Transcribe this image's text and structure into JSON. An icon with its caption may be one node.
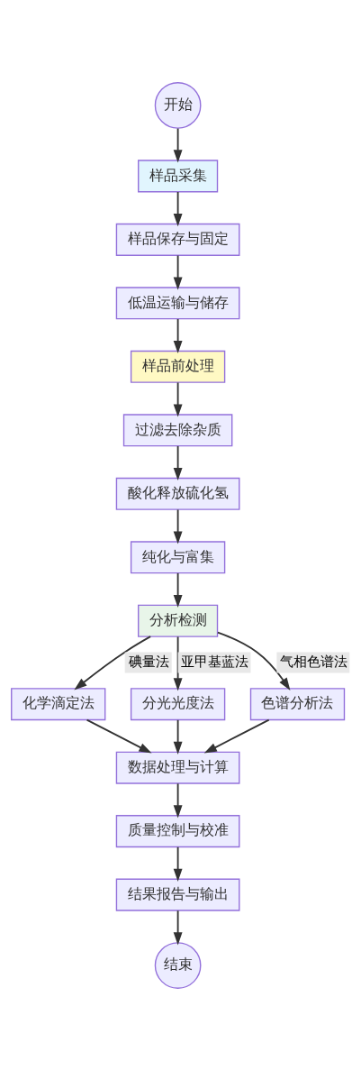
{
  "diagram": {
    "nodes": [
      {
        "text": [
          "开始"
        ]
      },
      {
        "text": [
          "样品采集"
        ]
      },
      {
        "text": [
          "样品保存与固定"
        ]
      },
      {
        "text": [
          "低温运输与储存"
        ]
      },
      {
        "text": [
          "样品前处理"
        ]
      },
      {
        "text": [
          "过滤去除杂质"
        ]
      },
      {
        "text": [
          "酸化释放硫化氢"
        ]
      },
      {
        "text": [
          "纯化与富集"
        ]
      },
      {
        "text": [
          "分析检测"
        ]
      },
      {
        "text": [
          "化学滴定法"
        ]
      },
      {
        "text": [
          "分光光度法"
        ]
      },
      {
        "text": [
          "色谱分析法"
        ]
      },
      {
        "text": [
          "数据处理与计算"
        ]
      },
      {
        "text": [
          "质量控制与校准"
        ]
      },
      {
        "text": [
          "结果报告与输出"
        ]
      },
      {
        "text": [
          "结束"
        ]
      }
    ],
    "edges": [
      {
        "from": 0,
        "to": 1,
        "arrow": "to"
      },
      {
        "from": 1,
        "to": 2,
        "arrow": "to"
      },
      {
        "from": 2,
        "to": 3,
        "arrow": "to"
      },
      {
        "from": 3,
        "to": 4,
        "arrow": "to"
      },
      {
        "from": 4,
        "to": 5,
        "arrow": "to"
      },
      {
        "from": 5,
        "to": 6,
        "arrow": "to"
      },
      {
        "from": 6,
        "to": 7,
        "arrow": "to"
      },
      {
        "from": 7,
        "to": 8,
        "arrow": "to"
      },
      {
        "from": 8,
        "to": 9,
        "arrow": "to",
        "label": "碘量法"
      },
      {
        "from": 8,
        "to": 10,
        "arrow": "to",
        "label": "亚甲基蓝法"
      },
      {
        "from": 8,
        "to": 11,
        "arrow": "to",
        "label": "气相色谱法"
      },
      {
        "from": 9,
        "to": 12,
        "arrow": "to"
      },
      {
        "from": 10,
        "to": 12,
        "arrow": "to"
      },
      {
        "from": 11,
        "to": 12,
        "arrow": "to"
      },
      {
        "from": 12,
        "to": 13,
        "arrow": "to"
      },
      {
        "from": 13,
        "to": 14,
        "arrow": "to"
      },
      {
        "from": 14,
        "to": 15,
        "arrow": "to"
      }
    ]
  }
}
